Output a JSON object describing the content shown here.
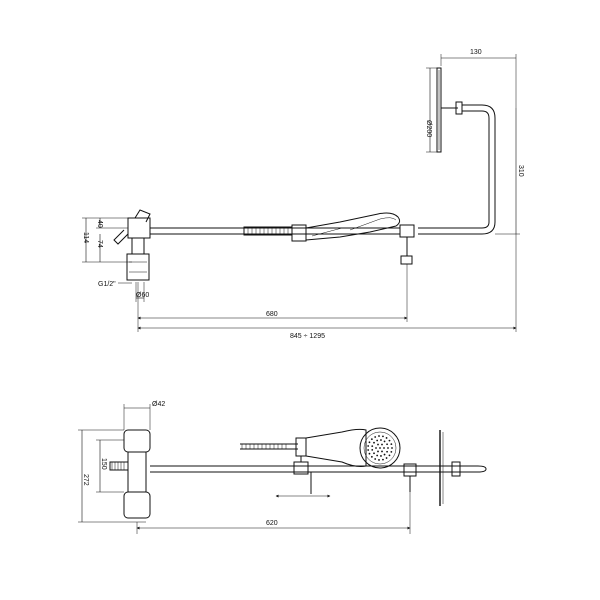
{
  "top_view": {
    "dim_head_offset": "130",
    "dim_head_diameter": "Ø200",
    "dim_riser_height": "310",
    "dim_left_40": "40",
    "dim_left_74": "74",
    "dim_left_114": "114",
    "dim_connection": "G1/2\"",
    "dim_base_diameter": "Ø60",
    "dim_bar_length": "680",
    "dim_total_length": "845 ÷ 1295"
  },
  "bottom_view": {
    "dim_body_diameter": "Ø42",
    "dim_body_height": "272",
    "dim_center_distance": "150",
    "dim_bar_length": "620"
  }
}
